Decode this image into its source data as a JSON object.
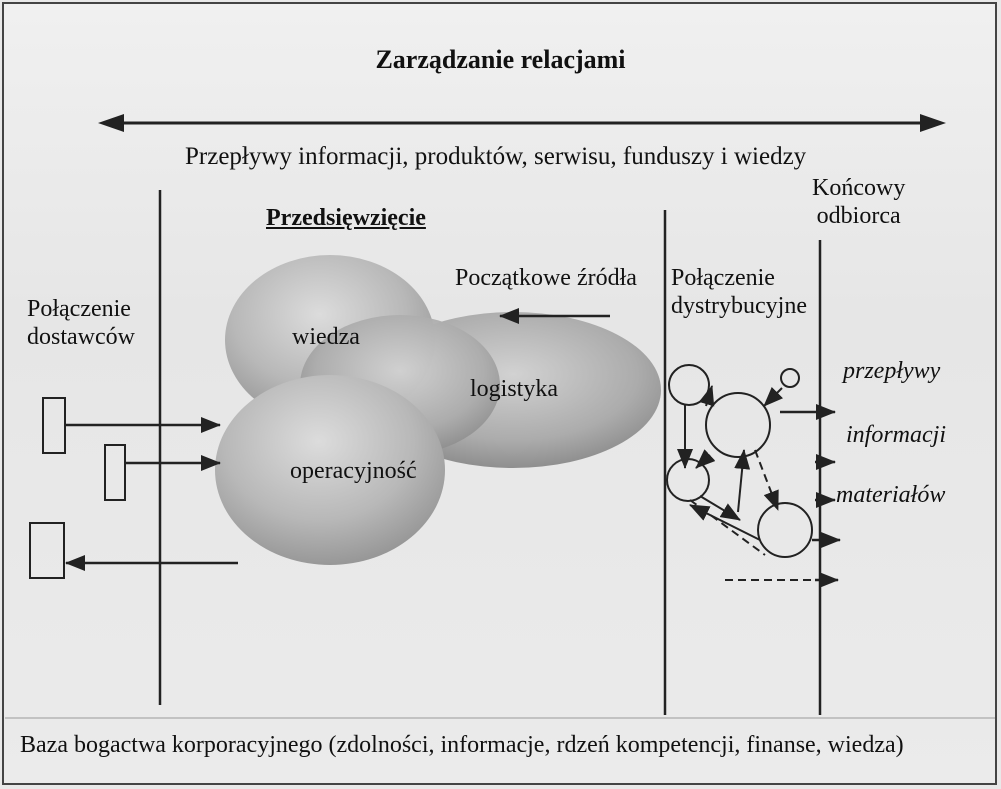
{
  "diagram": {
    "title": "Zarządzanie relacjami",
    "flows_line": "Przepływy informacji, produktów, serwisu, funduszy i wiedzy",
    "enterprise_label": "Przedsięwzięcie",
    "end_customer": [
      "Końcowy",
      "odbiorca"
    ],
    "initial_sources": "Początkowe źródła",
    "distribution_links": [
      "Połączenie",
      "dystrybucyjne"
    ],
    "supplier_links": [
      "Połączenie",
      "dostawców"
    ],
    "ellipses": {
      "knowledge": "wiedza",
      "logistics": "logistyka",
      "operations": "operacyjność"
    },
    "flow_labels": [
      "przepływy",
      "informacji",
      "materiałów"
    ],
    "base": "Baza bogactwa korporacyjnego (zdolności, informacje, rdzeń kompetencji, finanse, wiedza)"
  },
  "colors": {
    "ellipse_light": "#d6d6d6",
    "ellipse_dark": "#8d8d8d",
    "line": "#222222"
  }
}
